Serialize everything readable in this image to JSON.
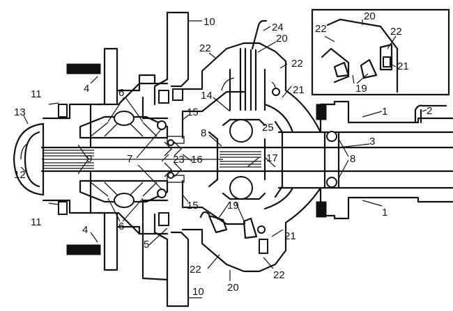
{
  "labels": {
    "l1a": "1",
    "l1b": "1",
    "l2": "2",
    "l3": "3",
    "l4a": "4",
    "l4b": "4",
    "l5": "5",
    "l6a": "6",
    "l6b": "6",
    "l7": "7",
    "l8a": "8",
    "l8b": "8",
    "l9": "9",
    "l10a": "10",
    "l10b": "10",
    "l11a": "11",
    "l11b": "11",
    "l12": "12",
    "l13": "13",
    "l14": "14",
    "l15a": "15",
    "l15b": "15",
    "l16": "16",
    "l17": "17",
    "l19a": "19",
    "l19b": "19",
    "l20a": "20",
    "l20b": "20",
    "l20c": "20",
    "l21a": "21",
    "l21b": "21",
    "l21c": "21",
    "l22a": "22",
    "l22b": "22",
    "l22c": "22",
    "l22d": "22",
    "l22e": "22",
    "l22f": "22",
    "l23": "23",
    "l24": "24",
    "l25": "25"
  },
  "colors": {
    "ink": "#111111",
    "paper": "#ffffff"
  }
}
